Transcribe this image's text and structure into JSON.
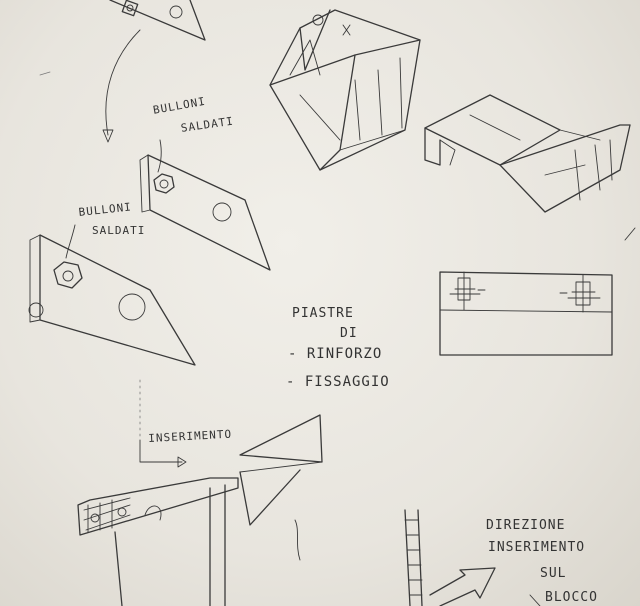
{
  "annotations": {
    "bulloni_saldati_top": [
      "BULLONI",
      "SALDATI"
    ],
    "bulloni_saldati_mid": [
      "BULLONI",
      "SALDATI"
    ],
    "piastre": [
      "PIASTRE",
      "DI",
      "- RINFORZO",
      "- FISSAGGIO"
    ],
    "inserimento": "INSERIMENTO",
    "direzione": [
      "DIREZIONE",
      "INSERIMENTO",
      "SUL",
      "BLOCCO"
    ]
  },
  "colors": {
    "paper": "#eeebe5",
    "ink": "#3a3a3a"
  }
}
